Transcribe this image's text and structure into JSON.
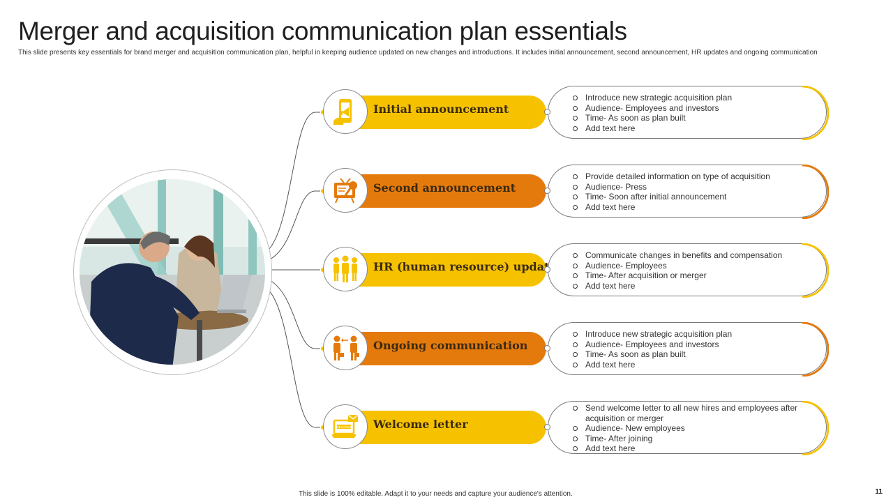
{
  "title": "Merger and acquisition communication plan essentials",
  "subtitle": "This slide presents key essentials for brand merger and acquisition communication plan, helpful in keeping audience updated on new changes and introductions. It includes initial announcement, second announcement, HR updates and ongoing communication",
  "colors": {
    "yellow": "#F6C200",
    "orange": "#E57A0C"
  },
  "steps": [
    {
      "label": "Initial announcement",
      "color": "yellow",
      "icon": "smartphone-megaphone-icon",
      "bullets": [
        "Introduce new strategic acquisition plan",
        "Audience- Employees and investors",
        "Time- As soon as plan built",
        "Add text here"
      ]
    },
    {
      "label": "Second announcement",
      "color": "orange",
      "icon": "tv-microphone-icon",
      "bullets": [
        "Provide detailed information on type of acquisition",
        "Audience- Press",
        "Time- Soon after initial announcement",
        "Add text here"
      ]
    },
    {
      "label": "HR (human resource) updates",
      "color": "yellow",
      "icon": "team-people-icon",
      "bullets": [
        "Communicate changes in benefits and compensation",
        "Audience- Employees",
        "Time- After  acquisition or merger",
        "Add text here"
      ]
    },
    {
      "label": "Ongoing communication",
      "color": "orange",
      "icon": "people-exchange-icon",
      "bullets": [
        "Introduce new strategic acquisition plan",
        "Audience- Employees and investors",
        "Time- As soon as plan built",
        "Add text here"
      ]
    },
    {
      "label": "Welcome letter",
      "color": "yellow",
      "icon": "laptop-welcome-envelope-icon",
      "icon_text": "WELCOME",
      "bullets": [
        "Send welcome letter to all new hires and employees after acquisition or merger",
        "Audience- New employees",
        "Time- After joining",
        "Add text here"
      ]
    }
  ],
  "footer": "This slide is 100% editable. Adapt it to your needs and capture your audience's attention.",
  "page_number": "11"
}
